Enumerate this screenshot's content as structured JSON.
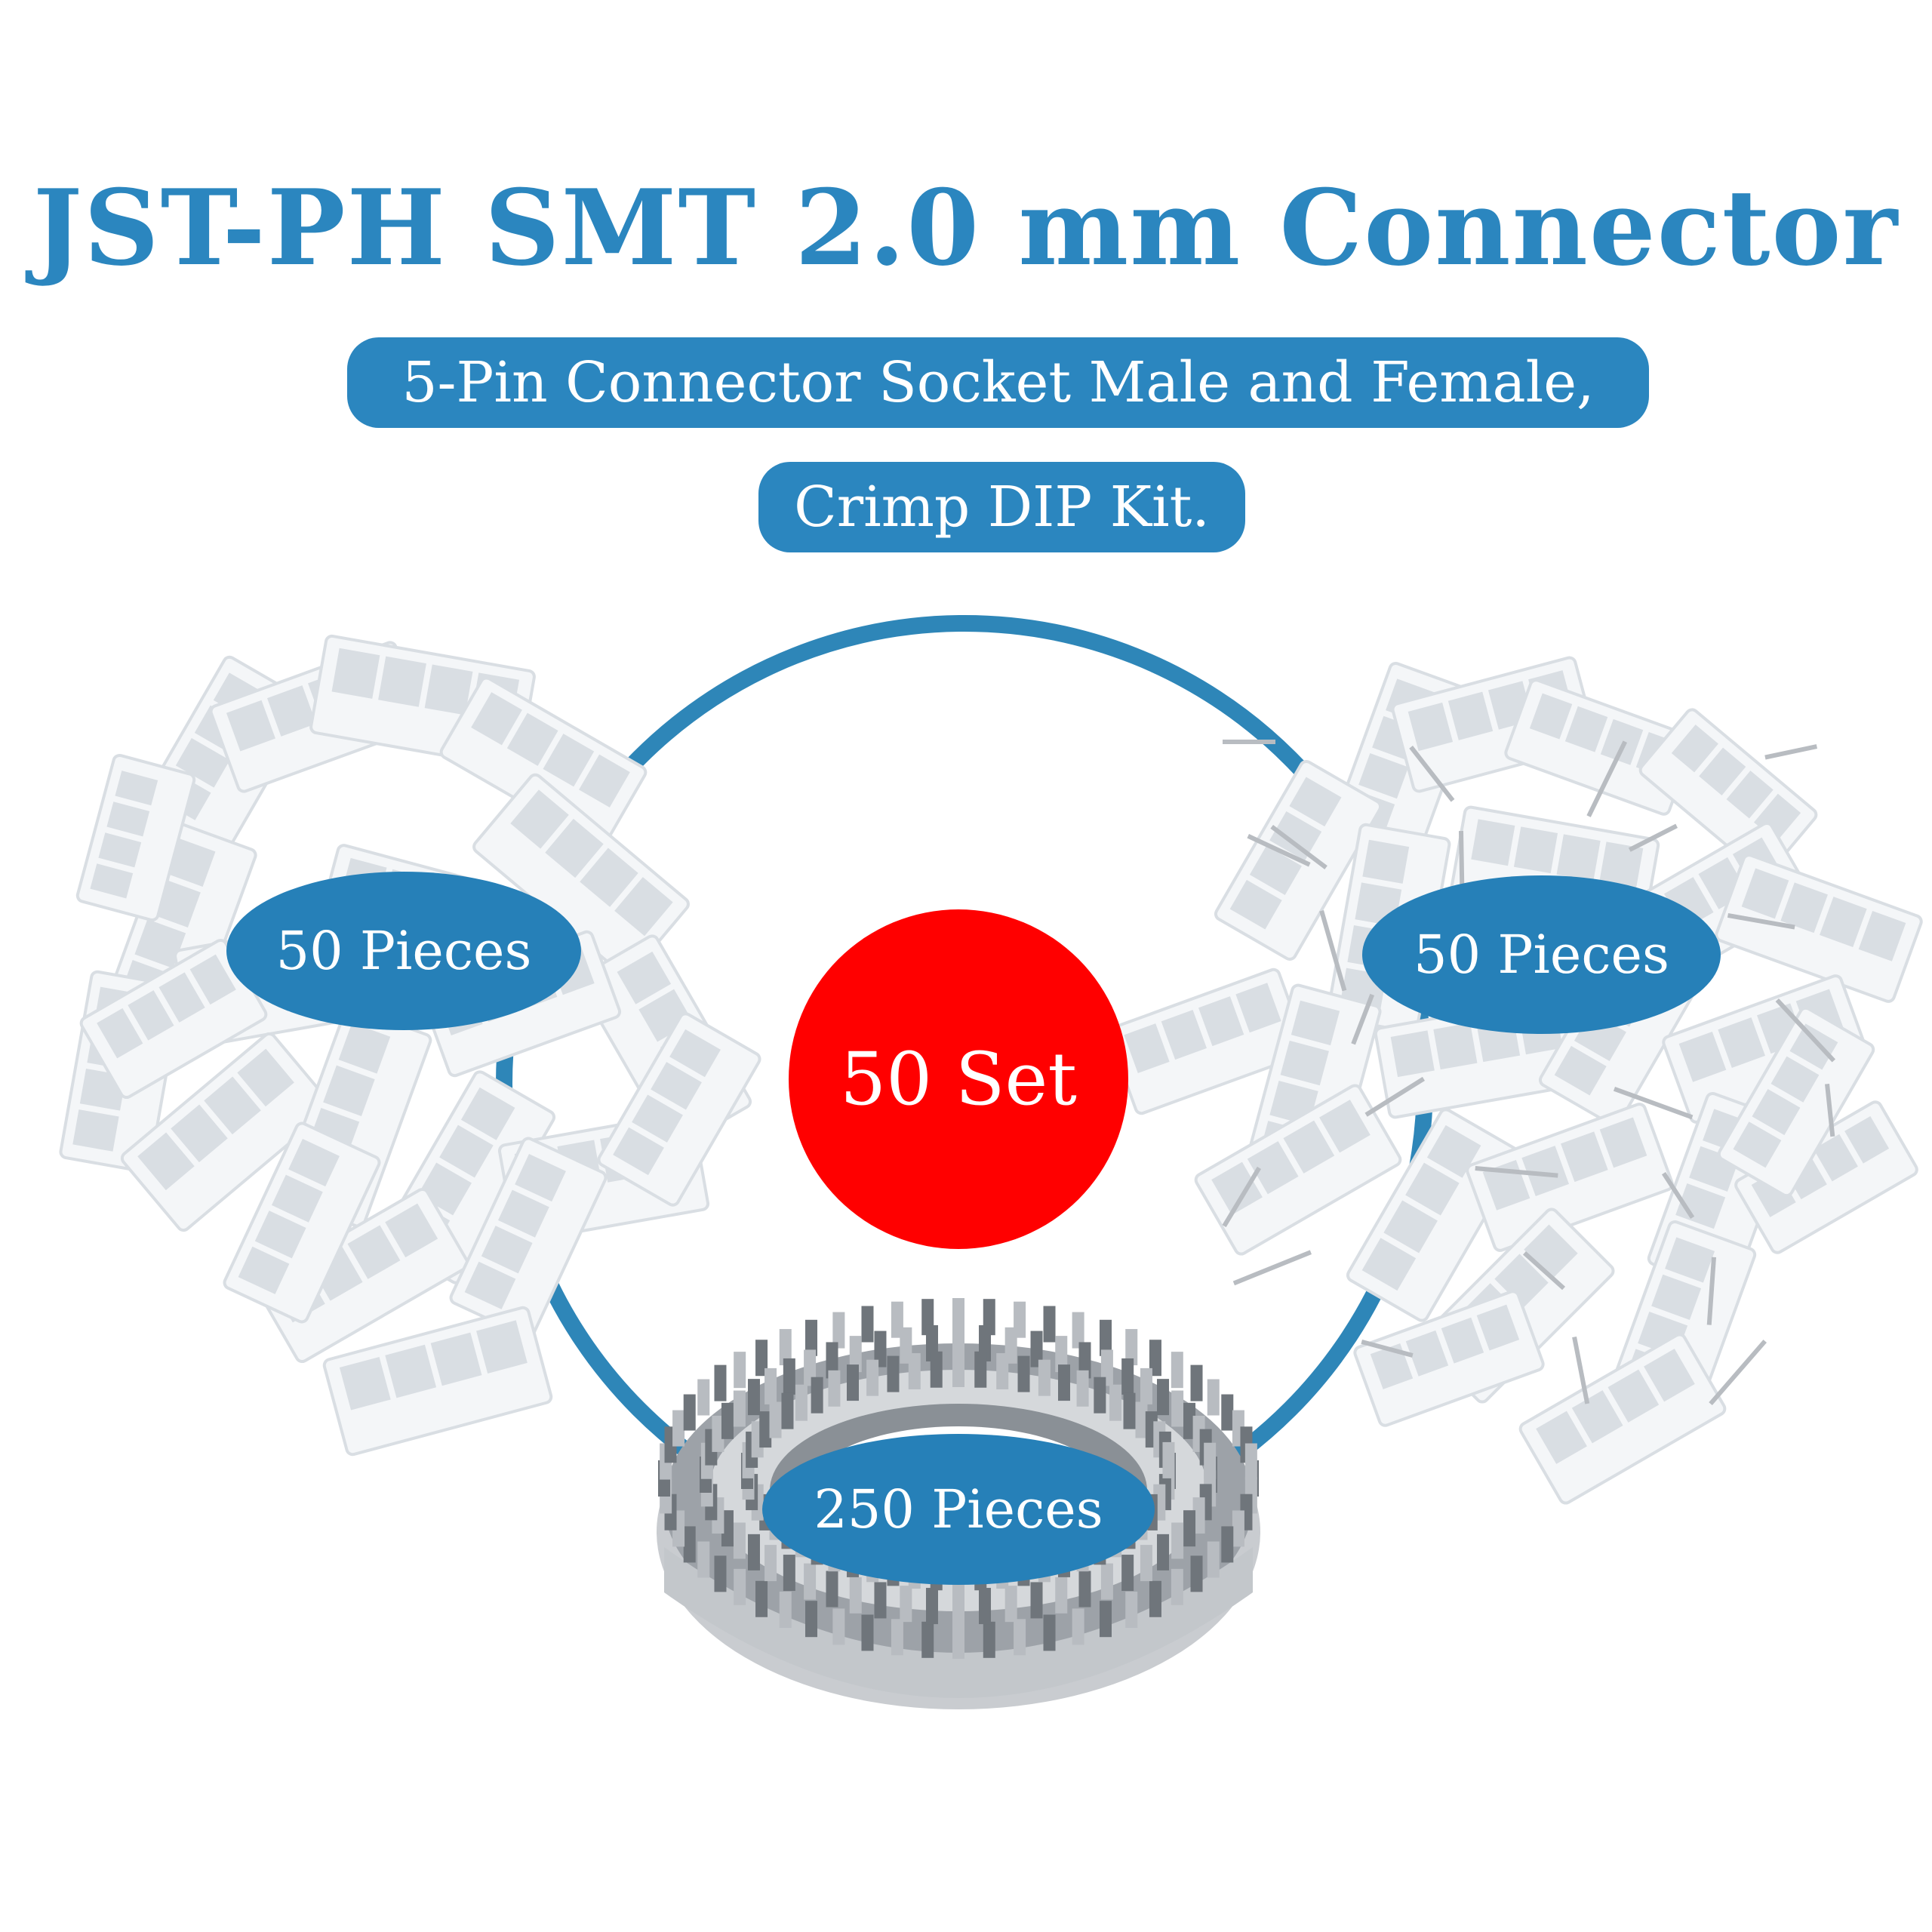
{
  "header": {
    "title": "JST-PH SMT 2.0 mm Connector",
    "subtitle_line1": "5-Pin Connector Socket Male and Female,",
    "subtitle_line2": "Crimp DIP Kit."
  },
  "labels": {
    "left_count": "50 Pieces",
    "right_count": "50 Pieces",
    "bottom_count": "250 Pieces",
    "set_count": "50 Set"
  },
  "colors": {
    "title": "#2b86bf",
    "pill": "#2b86bf",
    "ring": "#2e86b8",
    "oval": "#2680b8",
    "set_circle": "#ff0000",
    "plastic": "#f4f6f8",
    "plastic_shadow": "#d9dee3",
    "metal": "#b8bcc1",
    "metal_dark": "#6f757b"
  },
  "images": {
    "left": "pile-of-female-housings",
    "right": "pile-of-right-angle-headers",
    "bottom": "reel-of-crimp-terminals"
  }
}
